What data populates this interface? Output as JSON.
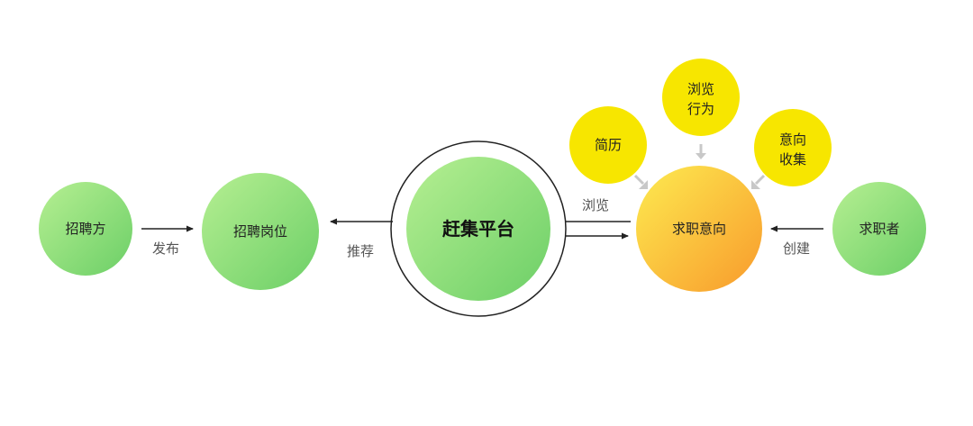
{
  "colors": {
    "green_light": "#a6e88a",
    "green_dark": "#6fd36a",
    "yellow": "#f7e600",
    "orange_light": "#fde64b",
    "orange_dark": "#f8a52c",
    "arrow": "#222222",
    "gray_arrow": "#c8c8c8",
    "ring": "#222222"
  },
  "nodes": {
    "recruiter": "招聘方",
    "job_post": "招聘岗位",
    "platform": "赶集平台",
    "intent": "求职意向",
    "seeker": "求职者",
    "resume": "简历",
    "browse_behavior_1": "浏览",
    "browse_behavior_2": "行为",
    "intent_collect_1": "意向",
    "intent_collect_2": "收集"
  },
  "edges": {
    "publish": "发布",
    "recommend": "推荐",
    "browse": "浏览",
    "create": "创建"
  }
}
